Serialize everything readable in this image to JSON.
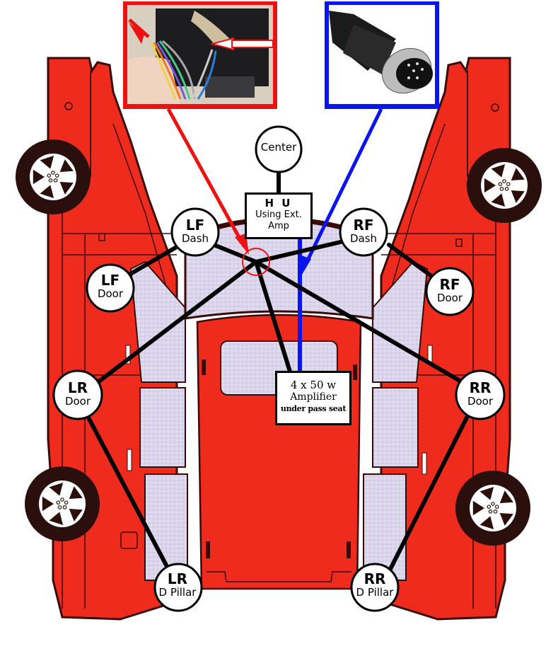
{
  "diagram": {
    "title": "Car speaker wiring layout",
    "colors": {
      "car_body": "#ef2b1e",
      "car_outline": "#3a0a08",
      "glass": "#dcd6ec",
      "speaker_wire": "#000000",
      "red_callout": "#ee1111",
      "blue_callout": "#0a14ee",
      "tire": "#2a0f0c"
    },
    "insets": {
      "red_photo": {
        "subject": "head-unit wiring harness behind dash",
        "icon": "wiring-harness-photo"
      },
      "blue_photo": {
        "subject": "6-pin DIN connector plug",
        "icon": "din-connector-photo"
      }
    },
    "nodes": {
      "center": {
        "label": "Center"
      },
      "lf_dash": {
        "top": "LF",
        "bottom": "Dash"
      },
      "rf_dash": {
        "top": "RF",
        "bottom": "Dash"
      },
      "lf_door": {
        "top": "LF",
        "bottom": "Door"
      },
      "rf_door": {
        "top": "RF",
        "bottom": "Door"
      },
      "lr_door": {
        "top": "LR",
        "bottom": "Door"
      },
      "rr_door": {
        "top": "RR",
        "bottom": "Door"
      },
      "lr_pillar": {
        "top": "LR",
        "bottom": "D Pillar"
      },
      "rr_pillar": {
        "top": "RR",
        "bottom": "D Pillar"
      }
    },
    "head_unit": {
      "line1": "H U",
      "line2": "Using Ext.",
      "line3": "Amp"
    },
    "amplifier": {
      "line1": "4 x 50 w",
      "line2": "Amplifier",
      "line3": "under pass seat"
    }
  }
}
